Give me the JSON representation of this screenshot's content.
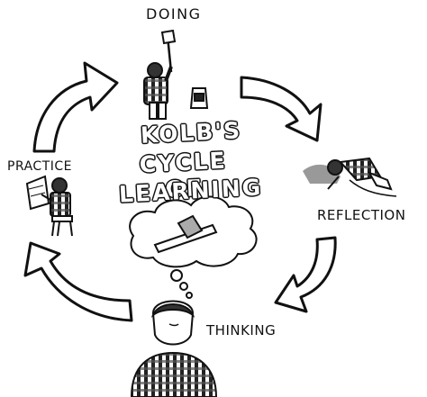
{
  "diagram": {
    "title_lines": [
      "KOLB'S",
      "CYCLE OF",
      "LEARNING"
    ],
    "stages": {
      "doing": "DOING",
      "reflection": "REFLECTION",
      "thinking": "THINKING",
      "practice": "PRACTICE"
    },
    "colors": {
      "ink": "#111111",
      "paper": "#ffffff",
      "shade": "#bbbbbb"
    }
  }
}
